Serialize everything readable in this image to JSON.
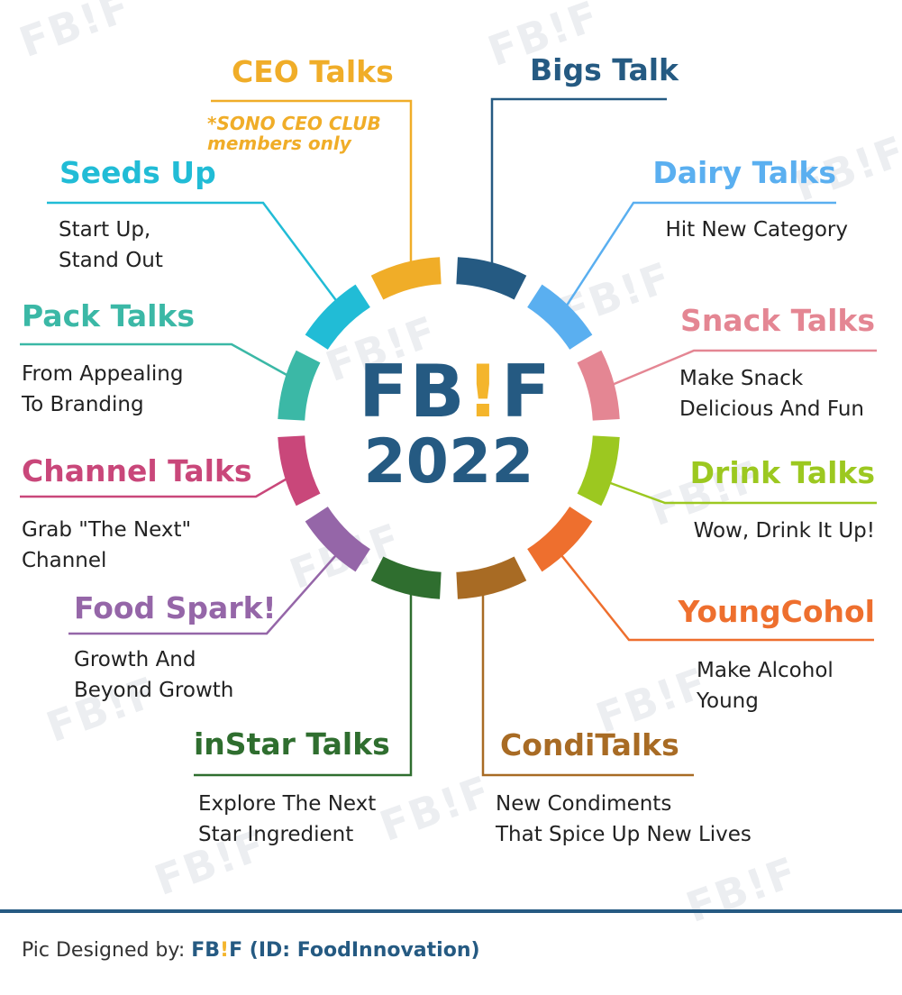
{
  "palette": {
    "navy": "#255a82",
    "yellow": "#f4b52c"
  },
  "watermark": {
    "text": "FB!F"
  },
  "center": {
    "brand_left": "FB",
    "brand_mark": "!",
    "brand_right": "F",
    "year": "2022"
  },
  "segments": [
    {
      "id": "ceo-talks",
      "color": "#f0ad28",
      "title": "CEO Talks",
      "subtitle": "",
      "note": "*SONO CEO CLUB\nmembers only"
    },
    {
      "id": "bigs-talk",
      "color": "#255a82",
      "title": "Bigs Talk",
      "subtitle": ""
    },
    {
      "id": "dairy-talks",
      "color": "#5aaff0",
      "title": "Dairy Talks",
      "subtitle": "Hit New Category"
    },
    {
      "id": "snack-talks",
      "color": "#e48693",
      "title": "Snack Talks",
      "subtitle": "Make Snack\nDelicious And Fun"
    },
    {
      "id": "drink-talks",
      "color": "#9cc820",
      "title": "Drink Talks",
      "subtitle": "Wow, Drink It Up!"
    },
    {
      "id": "youngcohol",
      "color": "#ee6f2e",
      "title": "YoungCohol",
      "subtitle": "Make Alcohol\nYoung"
    },
    {
      "id": "conditalks",
      "color": "#a86b24",
      "title": "CondiTalks",
      "subtitle": "New Condiments\nThat Spice Up New Lives"
    },
    {
      "id": "instar-talks",
      "color": "#2f6e2f",
      "title": "inStar Talks",
      "subtitle": "Explore The Next\nStar Ingredient"
    },
    {
      "id": "food-spark",
      "color": "#9566a8",
      "title": "Food Spark!",
      "subtitle": "Growth And\nBeyond Growth"
    },
    {
      "id": "channel-talks",
      "color": "#c9477a",
      "title": "Channel Talks",
      "subtitle": "Grab \"The Next\"\nChannel"
    },
    {
      "id": "pack-talks",
      "color": "#3bb8a6",
      "title": "Pack Talks",
      "subtitle": "From Appealing\nTo Branding"
    },
    {
      "id": "seeds-up",
      "color": "#21bcd6",
      "title": "Seeds Up",
      "subtitle": "Start Up,\nStand Out"
    }
  ],
  "footer": {
    "prefix": "Pic Designed by: ",
    "brand_left": "FB",
    "brand_mark": "!",
    "brand_right": "F",
    "id_text": " (ID: FoodInnovation)"
  }
}
